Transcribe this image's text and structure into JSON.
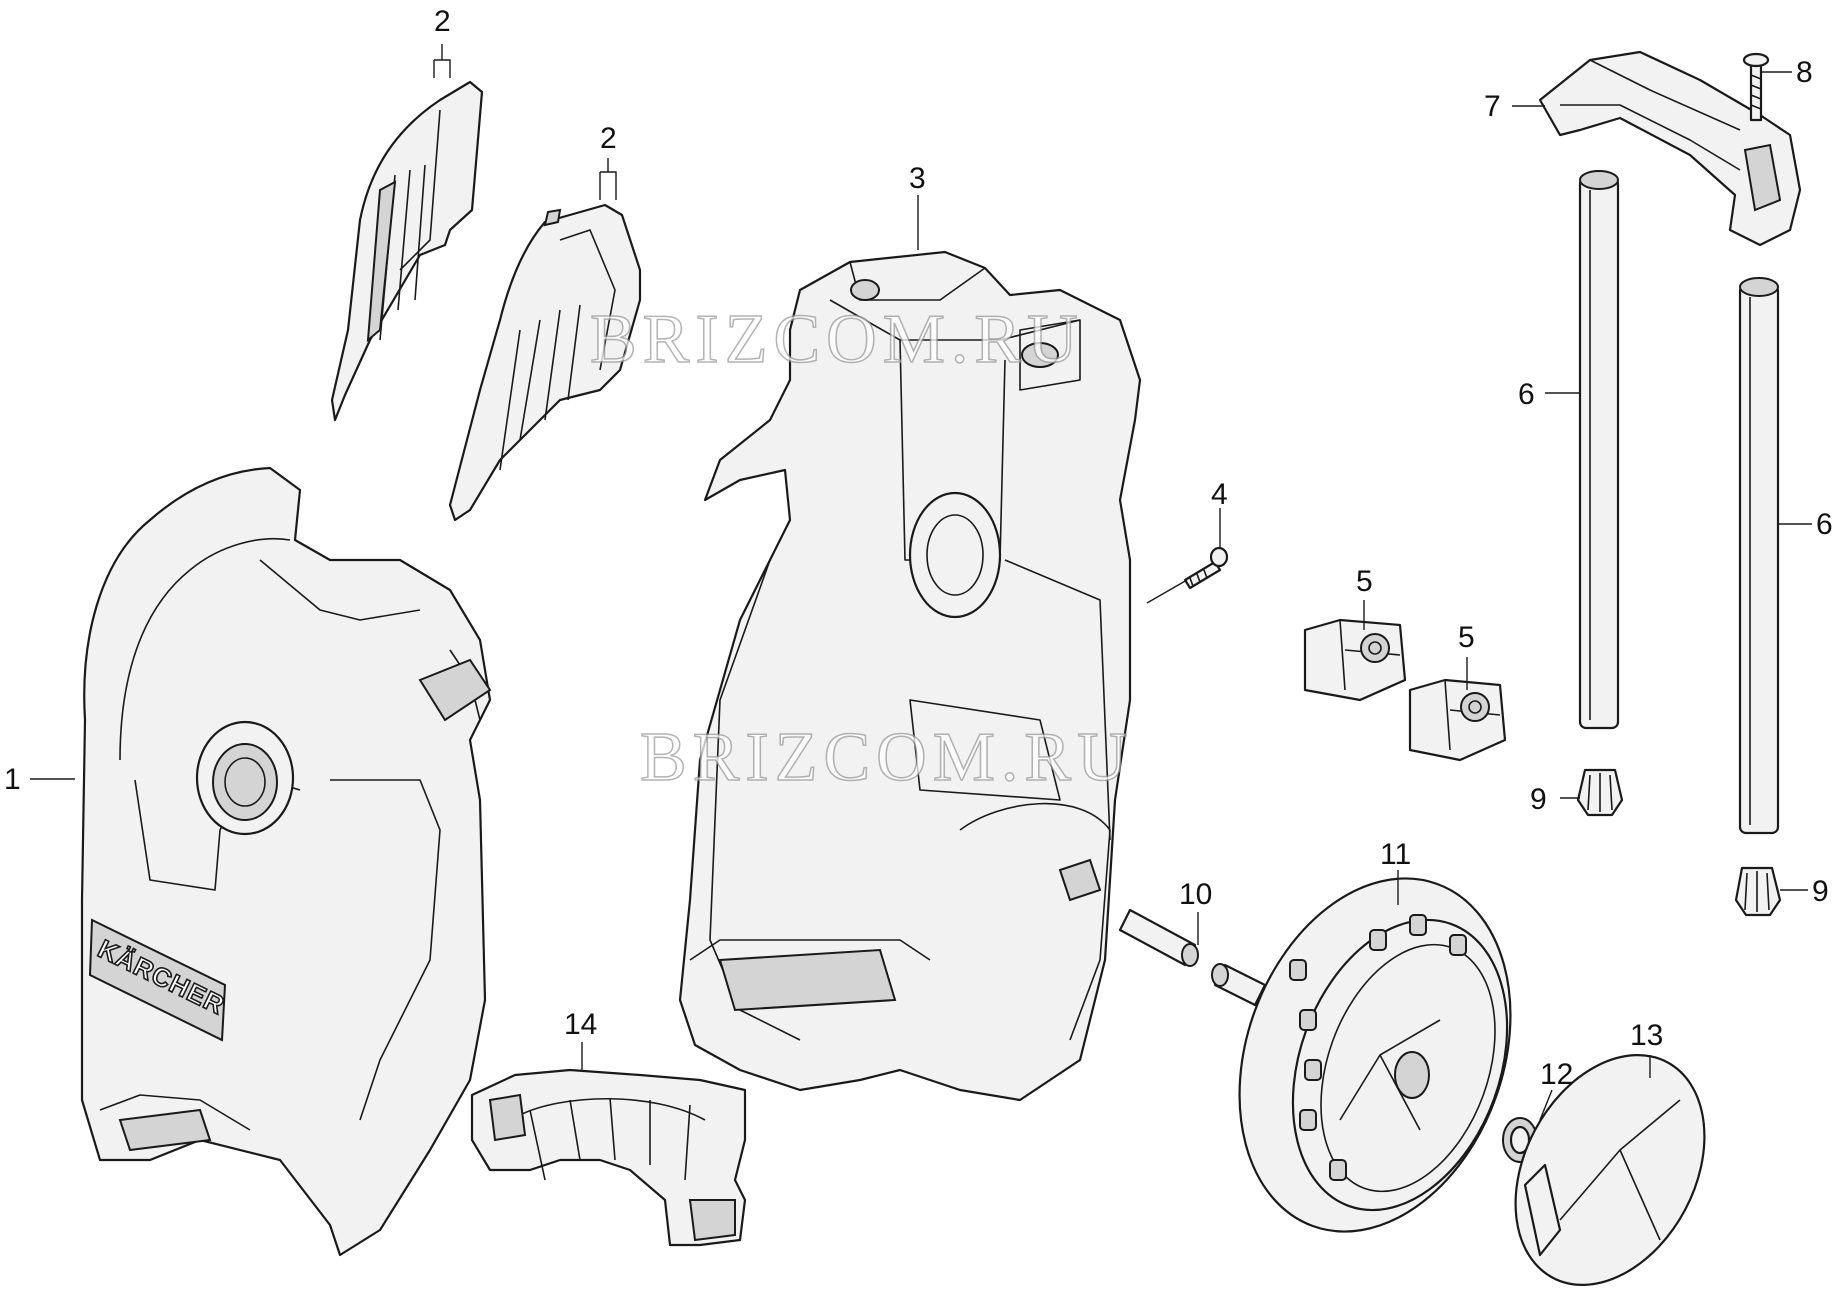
{
  "diagram": {
    "callouts": [
      "1",
      "2",
      "2",
      "3",
      "4",
      "5",
      "5",
      "6",
      "6",
      "7",
      "8",
      "9",
      "9",
      "10",
      "11",
      "12",
      "13",
      "14"
    ],
    "brand_label": "KÄRCHER",
    "watermarks": [
      "BRIZCOM.RU",
      "BRIZCOM.RU"
    ]
  }
}
